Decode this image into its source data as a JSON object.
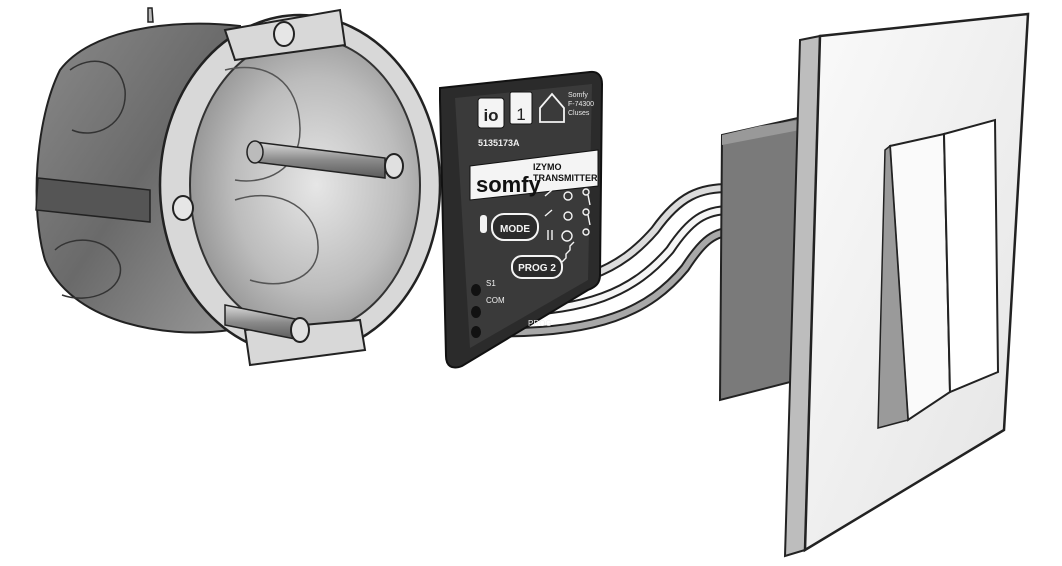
{
  "module": {
    "protocol": "io",
    "channel_count": "1",
    "maker_line1": "Somfy",
    "maker_line2": "F-74300",
    "maker_line3": "Cluses",
    "ref": "5135173A",
    "brand": "somfy",
    "model_line1": "IZYMO",
    "model_line2": "TRANSMITTER",
    "mode_button": "MODE",
    "prog_button": "PROG 2",
    "terminal_1": "S1",
    "terminal_2": "COM",
    "terminal_3": "PROG"
  },
  "colors": {
    "module_body": "#2b2b2b",
    "box_body": "#7d7d7d",
    "switch_frame": "#f2f2f2",
    "wire": "#e8e8e8"
  }
}
